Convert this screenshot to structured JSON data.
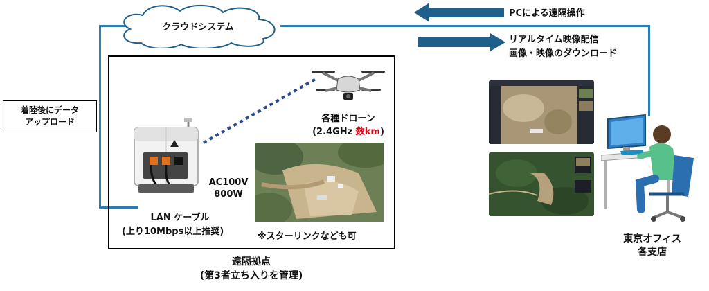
{
  "cloud": {
    "label": "クラウドシステム"
  },
  "arrows": {
    "left_label": "PCによる遠隔操作",
    "right_label_line1": "リアルタイム映像配信",
    "right_label_line2": "画像・映像のダウンロード"
  },
  "upload": {
    "line1": "着陸後にデータ",
    "line2": "アップロード"
  },
  "drone": {
    "label": "各種ドローン",
    "range_prefix": "(2.4GHz ",
    "range_value": "数km",
    "range_suffix": ")"
  },
  "dock_power": {
    "line1": "AC100V",
    "line2": "800W"
  },
  "lan": {
    "line1": "LAN ケーブル",
    "line2": "(上り10Mbps以上推奨)"
  },
  "starlink": {
    "label": "※スターリンクなども可"
  },
  "site": {
    "line1": "遠隔拠点",
    "line2": "(第3者立ち入りを管理)"
  },
  "office": {
    "line1": "東京オフィス",
    "line2": "各支店"
  },
  "colors": {
    "line_blue": "#2e7bb1",
    "arrow_blue": "#1f5f8b",
    "accent_red": "#e60012",
    "dashed_navy": "#2a4d8f"
  }
}
